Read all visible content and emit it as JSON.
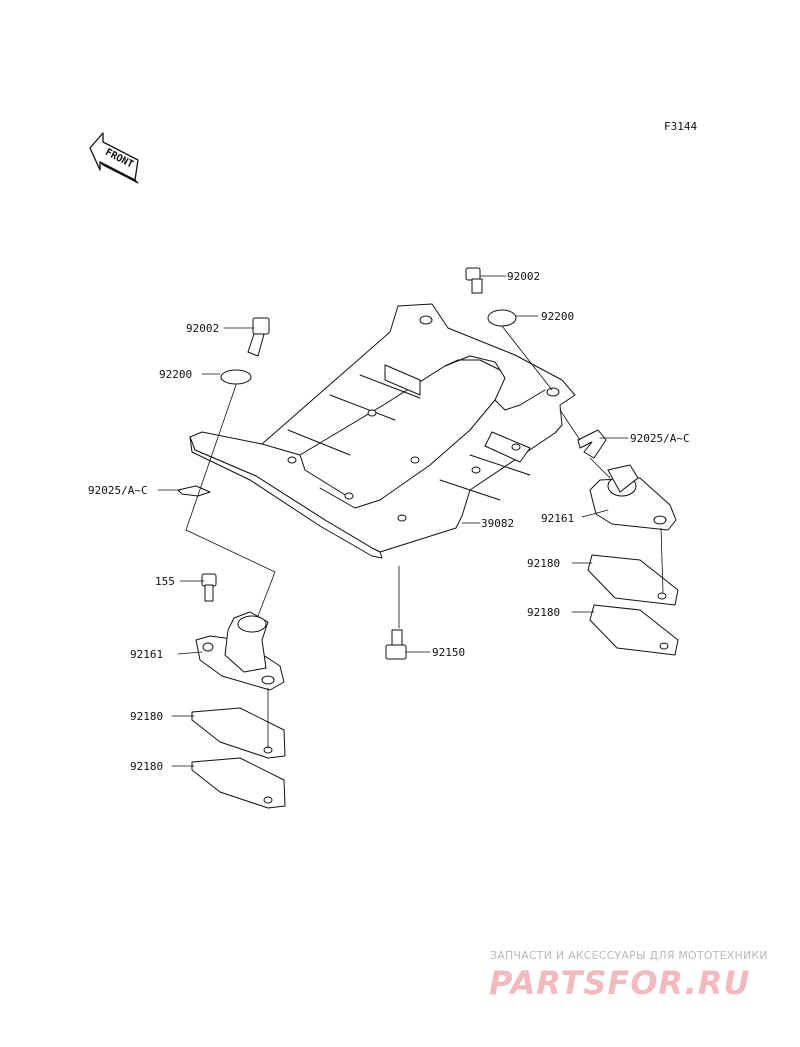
{
  "figure_code": "F3144",
  "front_arrow_label": "FRONT",
  "parts": {
    "bolt_top_right": "92002",
    "washer_top_right": "92200",
    "clip_right": "92025/A~C",
    "mount_right": "92161",
    "plate_right_1": "92180",
    "plate_right_2": "92180",
    "skid_plate": "39082",
    "bolt_center": "92150",
    "bolt_top_left": "92002",
    "washer_top_left": "92200",
    "clip_left": "92025/A~C",
    "bolt_left": "155",
    "mount_left": "92161",
    "plate_left_1": "92180",
    "plate_left_2": "92180"
  },
  "watermark": {
    "tagline": "ЗАПЧАСТИ И АКСЕССУАРЫ ДЛЯ МОТОТЕХНИКИ",
    "brand": "PARTSFOR.RU"
  }
}
